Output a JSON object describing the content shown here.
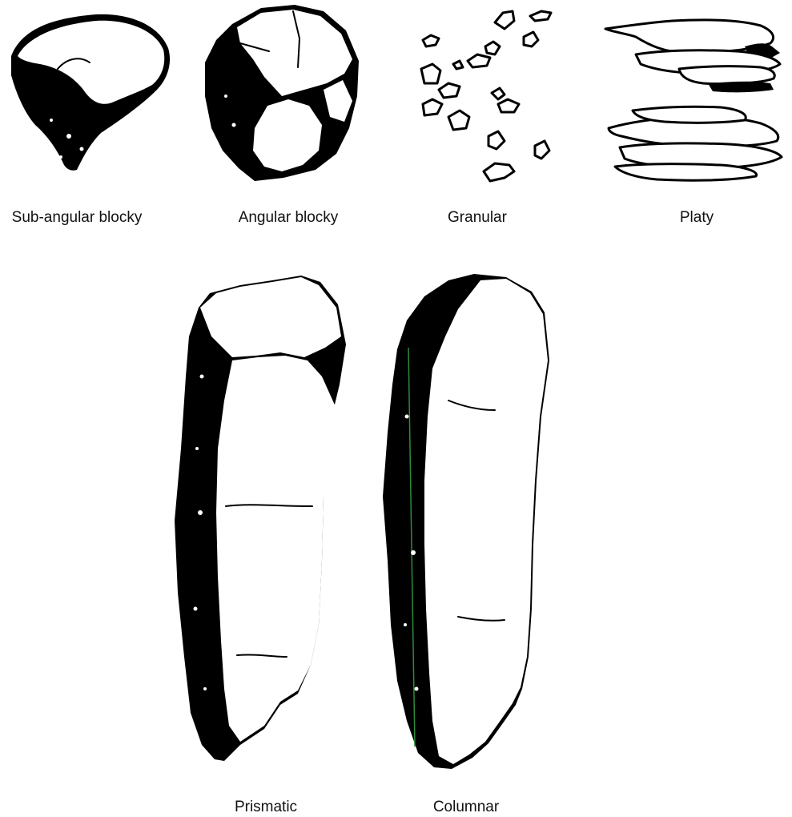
{
  "figure": {
    "structures": [
      {
        "id": "sub-angular-blocky",
        "label": "Sub-angular blocky"
      },
      {
        "id": "angular-blocky",
        "label": "Angular blocky"
      },
      {
        "id": "granular",
        "label": "Granular"
      },
      {
        "id": "platy",
        "label": "Platy"
      },
      {
        "id": "prismatic",
        "label": "Prismatic"
      },
      {
        "id": "columnar",
        "label": "Columnar"
      }
    ]
  },
  "colors": {
    "ink": "#000000",
    "paper": "#ffffff",
    "guide_line": "#2e8b3a"
  }
}
